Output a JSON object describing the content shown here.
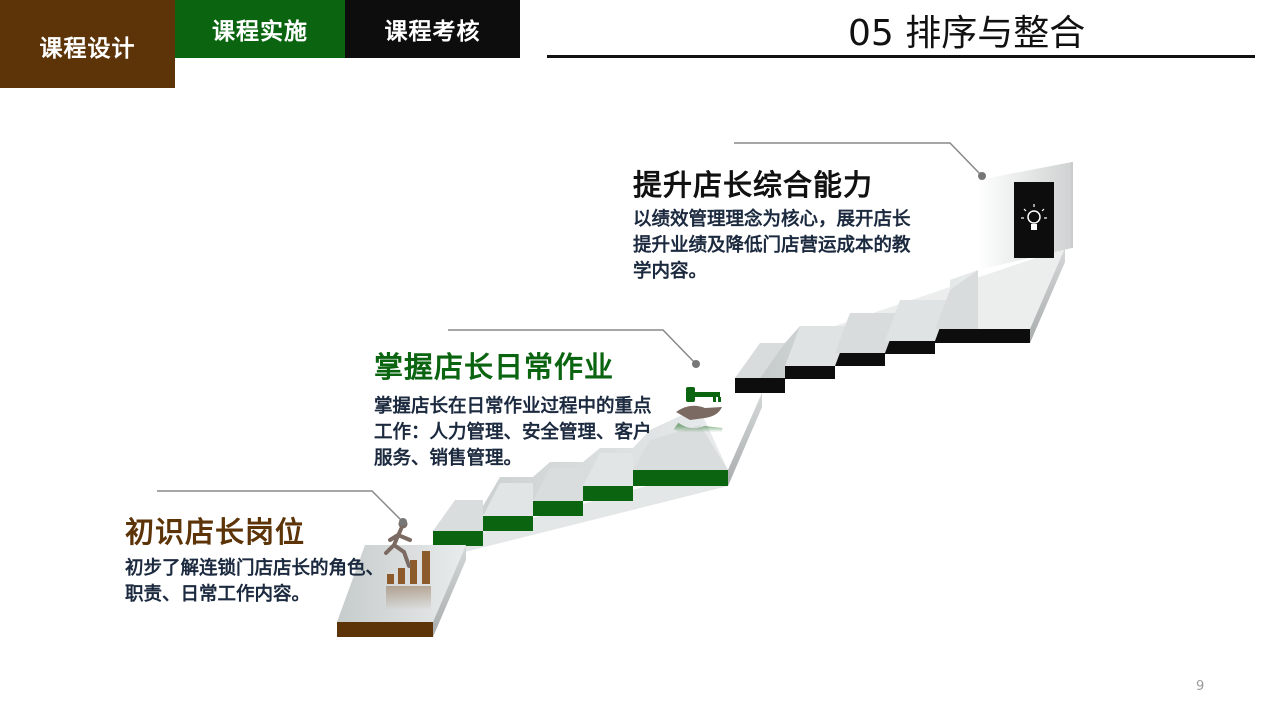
{
  "header": {
    "tabs": [
      {
        "label": "课程设计",
        "color": "#5c3408"
      },
      {
        "label": "课程实施",
        "color": "#0a6410"
      },
      {
        "label": "课程考核",
        "color": "#0d0d0d"
      }
    ],
    "title": "05  排序与整合"
  },
  "steps": [
    {
      "title": "初识店长岗位",
      "description": "初步了解连锁门店店长的角色、职责、日常工作内容。",
      "color": "#5c3408",
      "icon": "running-man-bar-chart-icon"
    },
    {
      "title": "掌握店长日常作业",
      "description": "掌握店长在日常作业过程中的重点工作：人力管理、安全管理、客户服务、销售管理。",
      "color": "#0a6410",
      "icon": "hand-with-key-icon"
    },
    {
      "title": "提升店长综合能力",
      "description": "以绩效管理理念为核心，展开店长提升业绩及降低门店营运成本的教学内容。",
      "color": "#111111",
      "icon": "door-lightbulb-icon"
    }
  ],
  "page_number": "9"
}
